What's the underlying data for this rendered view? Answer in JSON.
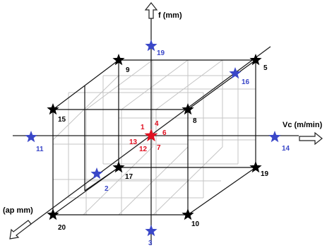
{
  "axes": {
    "f_label": "f (mm)",
    "vc_label": "Vc (m/min)",
    "ap_label": "(ap mm)"
  },
  "colors": {
    "corner": "#000000",
    "axial": "#3a47c8",
    "center": "#e01020",
    "grid": "#c4c4c4"
  },
  "points": {
    "p9": {
      "label": "9",
      "type": "corner"
    },
    "p5": {
      "label": "5",
      "type": "corner"
    },
    "p15": {
      "label": "15",
      "type": "corner"
    },
    "p8": {
      "label": "8",
      "type": "corner"
    },
    "p17": {
      "label": "17",
      "type": "corner"
    },
    "p19": {
      "label": "19",
      "type": "corner"
    },
    "p20": {
      "label": "20",
      "type": "corner"
    },
    "p10": {
      "label": "10",
      "type": "corner"
    },
    "a19": {
      "label": "19",
      "type": "axial"
    },
    "a16": {
      "label": "16",
      "type": "axial"
    },
    "a11": {
      "label": "11",
      "type": "axial"
    },
    "a14": {
      "label": "14",
      "type": "axial"
    },
    "a2": {
      "label": "2",
      "type": "axial"
    },
    "a3": {
      "label": "3",
      "type": "axial"
    },
    "center": {
      "type": "center"
    }
  },
  "center_labels": [
    "1",
    "4",
    "6",
    "13",
    "12",
    "7"
  ]
}
